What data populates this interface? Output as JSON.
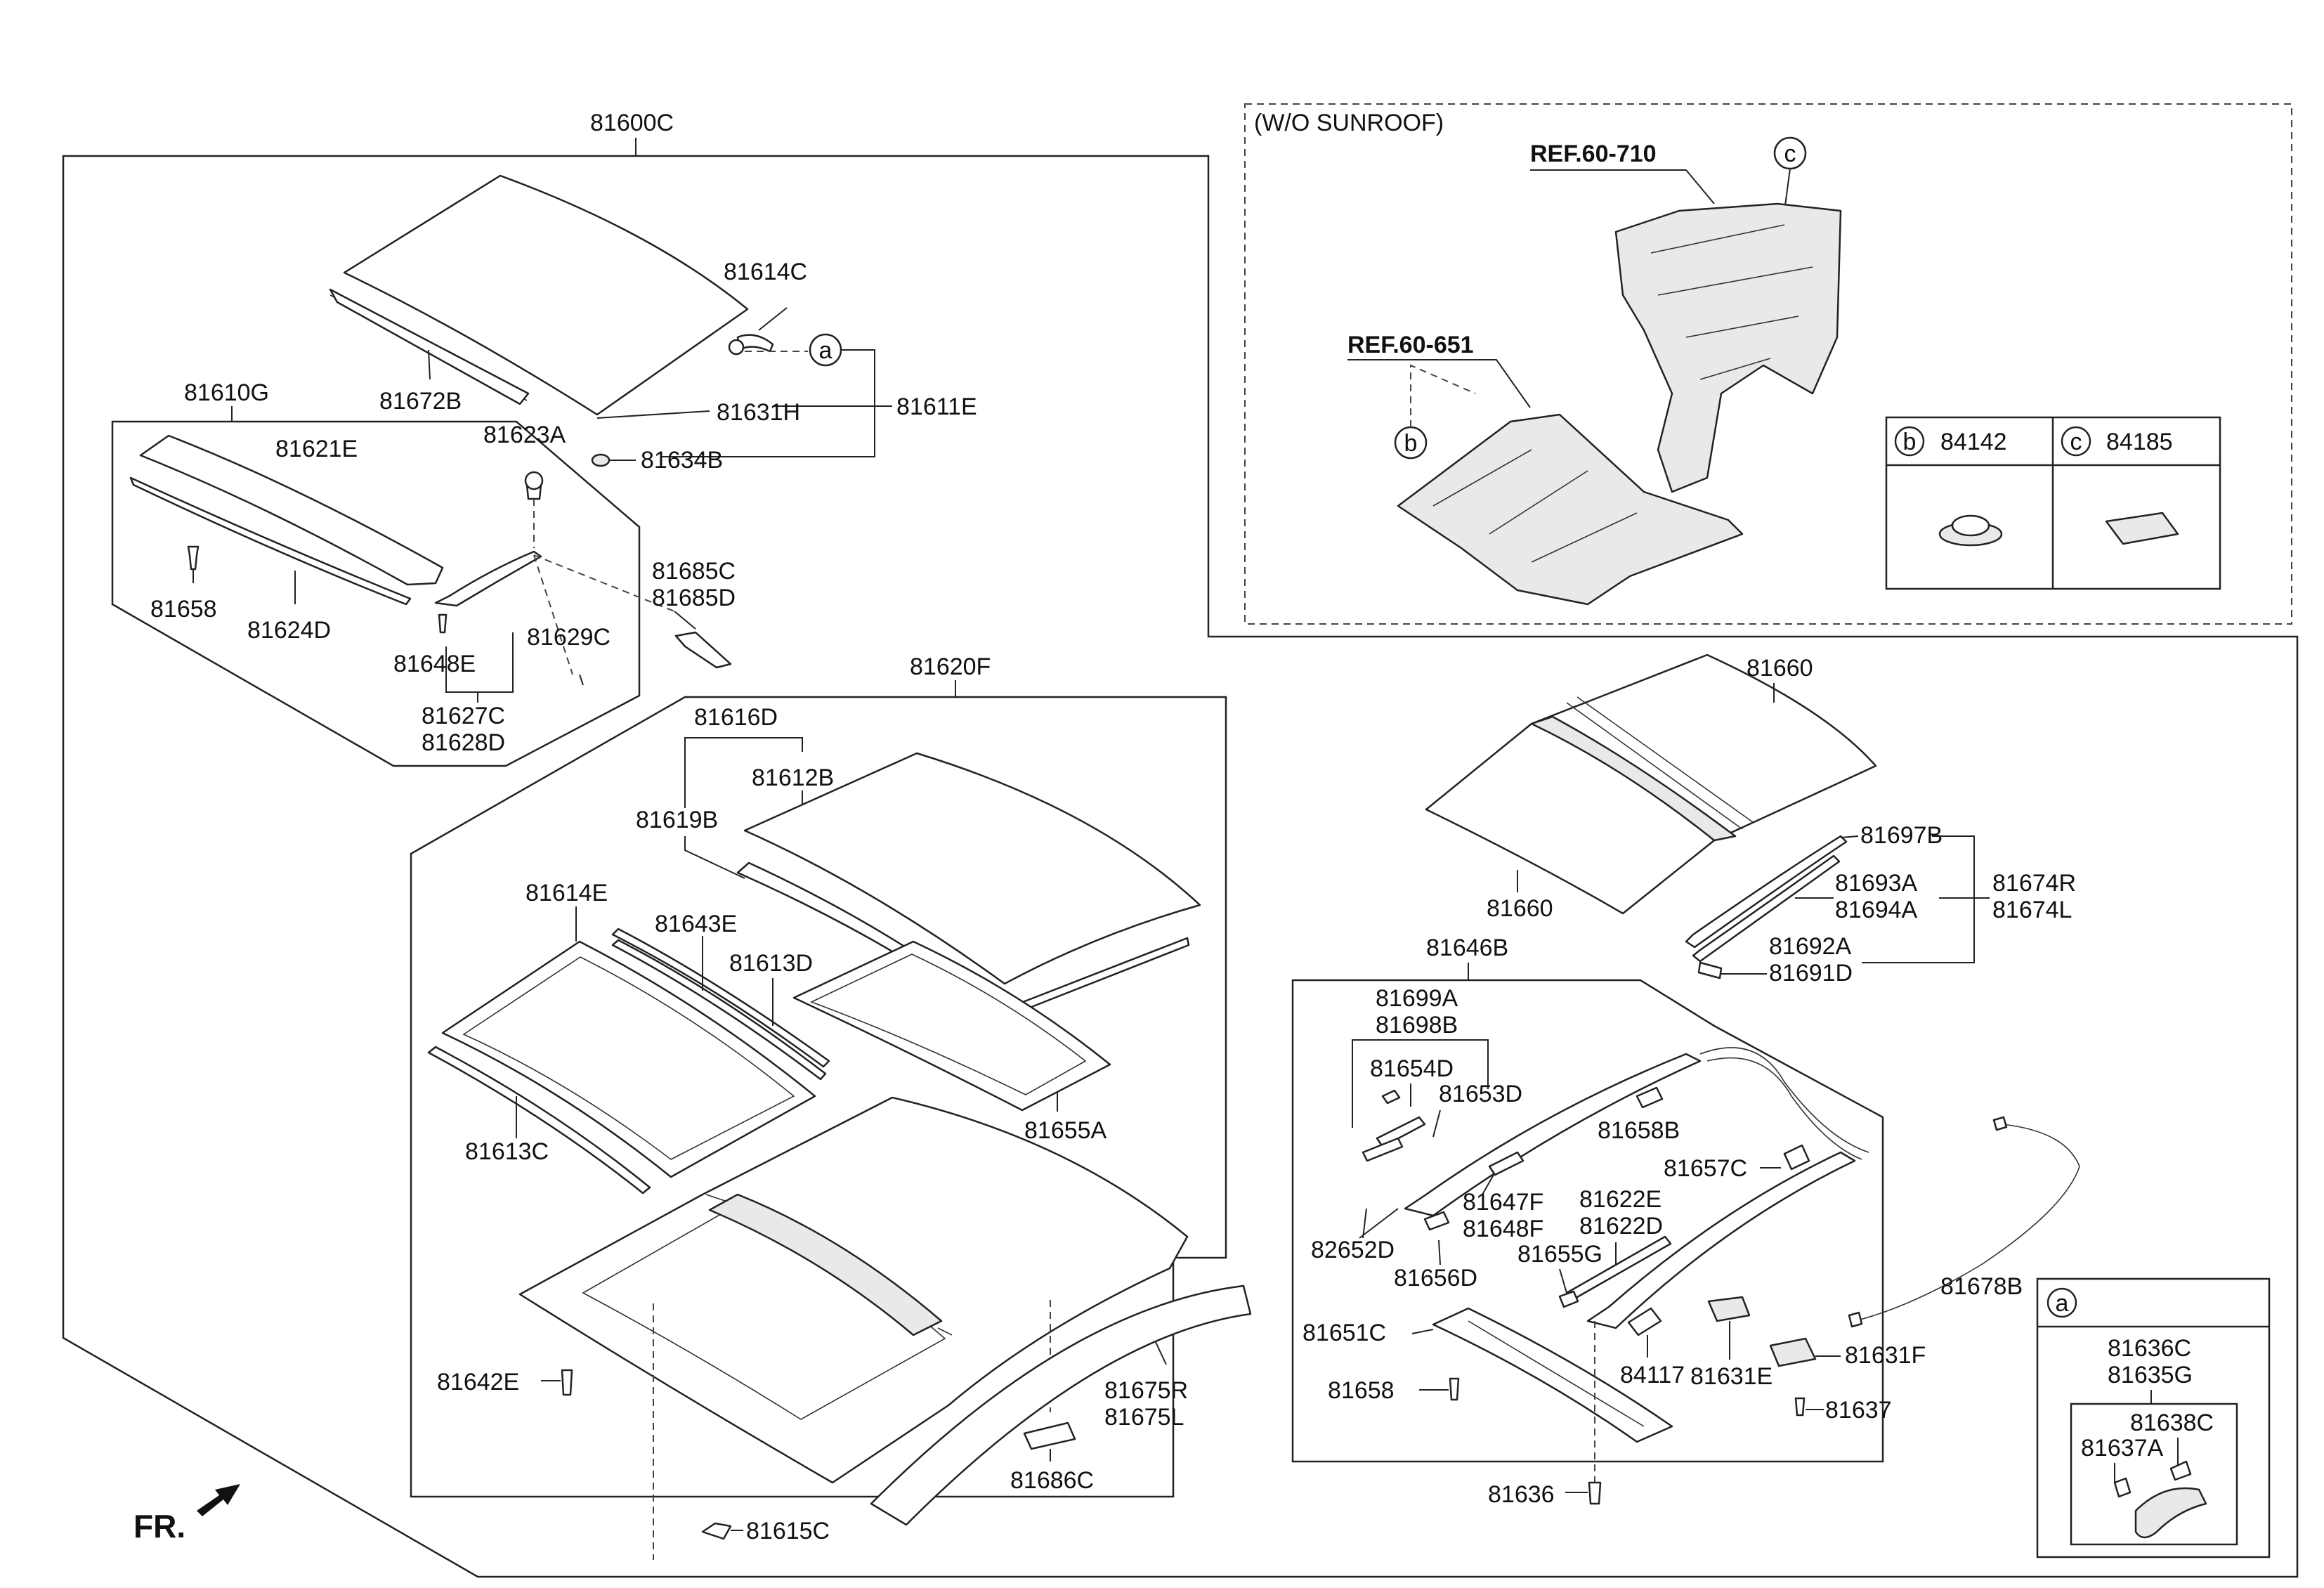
{
  "labels": {
    "l81600C": "81600C",
    "l81614C": "81614C",
    "l81611E": "81611E",
    "l81631H": "81631H",
    "l81634B": "81634B",
    "l81672B": "81672B",
    "l81610G": "81610G",
    "l81621E": "81621E",
    "l81623A": "81623A",
    "l81658a": "81658",
    "l81624D": "81624D",
    "l81648E": "81648E",
    "l81629C": "81629C",
    "l81685C": "81685C",
    "l81685D": "81685D",
    "l81627C": "81627C",
    "l81628D": "81628D",
    "l81620F": "81620F",
    "l81616D": "81616D",
    "l81612B": "81612B",
    "l81619B": "81619B",
    "l81614E": "81614E",
    "l81643E": "81643E",
    "l81613D": "81613D",
    "l81613C": "81613C",
    "l81655A": "81655A",
    "l81642E": "81642E",
    "l81675R": "81675R",
    "l81675L": "81675L",
    "l81686C": "81686C",
    "l81615C": "81615C",
    "l81660a": "81660",
    "l81660b": "81660",
    "l81697B": "81697B",
    "l81693A": "81693A",
    "l81694A": "81694A",
    "l81674R": "81674R",
    "l81674L": "81674L",
    "l81692A": "81692A",
    "l81691D": "81691D",
    "l81646B": "81646B",
    "l81699A": "81699A",
    "l81698B": "81698B",
    "l81654D": "81654D",
    "l81653D": "81653D",
    "l81658B": "81658B",
    "l81657C": "81657C",
    "l81647F": "81647F",
    "l81648F": "81648F",
    "l81622E": "81622E",
    "l81622D": "81622D",
    "l82652D": "82652D",
    "l81656D": "81656D",
    "l81655G": "81655G",
    "l81678B": "81678B",
    "l81651C": "81651C",
    "l84117": "84117",
    "l81631E": "81631E",
    "l81631F": "81631F",
    "l81658b": "81658",
    "l81637": "81637",
    "l81636": "81636",
    "l81636C": "81636C",
    "l81635G": "81635G",
    "l81638C": "81638C",
    "l81637A": "81637A",
    "l84142": "84142",
    "l84185": "84185"
  },
  "references": {
    "ref710": "REF.60-710",
    "ref651": "REF.60-651",
    "wo_sunroof": "(W/O SUNROOF)"
  },
  "markers": {
    "a": "a",
    "b": "b",
    "c": "c"
  },
  "front_indicator": "FR."
}
